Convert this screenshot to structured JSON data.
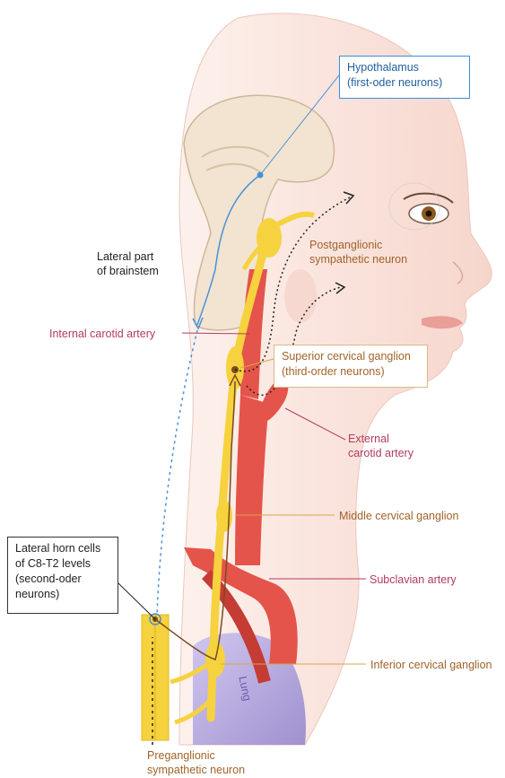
{
  "labels": {
    "hypothalamus_1": "Hypothalamus",
    "hypothalamus_2": "(first-oder neurons)",
    "brainstem_1": "Lateral part",
    "brainstem_2": "of brainstem",
    "postganglionic_1": "Postganglionic",
    "postganglionic_2": "sympathetic neuron",
    "internal_carotid": "Internal carotid artery",
    "superior_ganglion_1": "Superior cervical ganglion",
    "superior_ganglion_2": "(third-order neurons)",
    "external_carotid_1": "External",
    "external_carotid_2": "carotid artery",
    "middle_ganglion": "Middle cervical ganglion",
    "lateral_horn_1": "Lateral horn cells",
    "lateral_horn_2": "of C8-T2 levels",
    "lateral_horn_3": "(second-oder",
    "lateral_horn_4": "neurons)",
    "subclavian": "Subclavian artery",
    "inferior_ganglion": "Inferior cervical ganglion",
    "lung": "Lung",
    "preganglionic_1": "Preganglionic",
    "preganglionic_2": "sympathetic neuron"
  },
  "colors": {
    "label_brown": "#a0632a",
    "label_pink": "#b23a64",
    "label_dark": "#222222",
    "box_blue": "#3b8fd9",
    "box_tan": "#d9b98a",
    "artery_red": "#e4544a",
    "nerve_yellow": "#f6d23e",
    "neuron_blue": "#4a90d9",
    "skin": "#f9e1da",
    "lung": "#9f92d6"
  }
}
